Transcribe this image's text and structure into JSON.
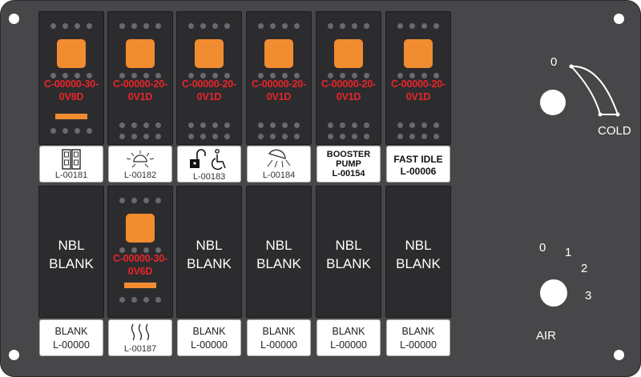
{
  "switches_top": [
    {
      "part": "C-00000-30-\n0V8D",
      "has_bar": true,
      "legend_code": "L-00181",
      "legend_icon": "dual-rocker-icon"
    },
    {
      "part": "C-00000-20-\n0V1D",
      "has_bar": false,
      "legend_code": "L-00182",
      "legend_icon": "work-light-icon"
    },
    {
      "part": "C-00000-20-\n0V1D",
      "has_bar": false,
      "legend_code": "L-00183",
      "legend_icon": "lock-accessible-icon"
    },
    {
      "part": "C-00000-20-\n0V1D",
      "has_bar": false,
      "legend_code": "L-00184",
      "legend_icon": "dome-light-icon"
    },
    {
      "part": "C-00000-20-\n0V1D",
      "has_bar": false,
      "legend_text": "BOOSTER\nPUMP\nL-00154"
    },
    {
      "part": "C-00000-20-\n0V1D",
      "has_bar": false,
      "legend_text": "FAST IDLE\nL-00006"
    }
  ],
  "switches_bottom": [
    {
      "blank_text": "NBL\nBLANK",
      "legend_text": "BLANK\nL-00000"
    },
    {
      "part": "C-00000-30-\n0V6D",
      "has_bar": true,
      "legend_code": "L-00187",
      "legend_icon": "heat-waves-icon"
    },
    {
      "blank_text": "NBL\nBLANK",
      "legend_text": "BLANK\nL-00000"
    },
    {
      "blank_text": "NBL\nBLANK",
      "legend_text": "BLANK\nL-00000"
    },
    {
      "blank_text": "NBL\nBLANK",
      "legend_text": "BLANK\nL-00000"
    },
    {
      "blank_text": "NBL\nBLANK",
      "legend_text": "BLANK\nL-00000"
    }
  ],
  "temp_control": {
    "label_zero": "0",
    "label_cold": "COLD"
  },
  "air_control": {
    "labels": [
      "0",
      "1",
      "2",
      "3"
    ],
    "label_air": "AIR"
  },
  "colors": {
    "panel": "#47474a",
    "lamp": "#f28c30",
    "part_text": "#e8252a"
  }
}
